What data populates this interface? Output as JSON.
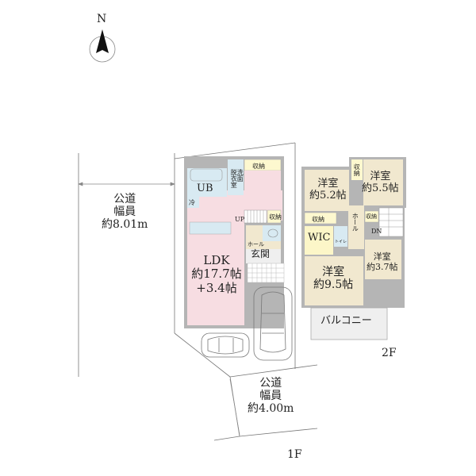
{
  "compass": {
    "label": "N"
  },
  "roads": [
    {
      "id": "west",
      "line1": "公道",
      "line2": "幅員",
      "line3": "約8.01m"
    },
    {
      "id": "south",
      "line1": "公道",
      "line2": "幅員",
      "line3": "約4.00m"
    }
  ],
  "floor1": {
    "label": "1F",
    "rooms": {
      "ldk": {
        "name": "LDK",
        "size": "約17.7帖",
        "extra": "+3.4帖"
      },
      "ub": {
        "name": "UB"
      },
      "senmen": {
        "name": "洗面"
      },
      "datsuishitsu": {
        "name": "脱衣室"
      },
      "storage_top": {
        "name": "収納"
      },
      "storage_stair": {
        "name": "収納"
      },
      "fridge": {
        "name": "冷"
      },
      "stairs_up": {
        "name": "UP"
      },
      "hall": {
        "name": "ホール"
      },
      "genkan": {
        "name": "玄関"
      }
    }
  },
  "floor2": {
    "label": "2F",
    "rooms": {
      "room1": {
        "name": "洋室",
        "size": "約5.2帖"
      },
      "room2": {
        "name": "洋室",
        "size": "約5.5帖"
      },
      "room3": {
        "name": "洋室",
        "size": "約9.5帖"
      },
      "room4": {
        "name": "洋室",
        "size": "約3.7帖"
      },
      "wic": {
        "name": "WIC"
      },
      "toilet": {
        "name": "トイレ"
      },
      "hall": {
        "name": "ホール"
      },
      "storage_a": {
        "name": "収納"
      },
      "storage_b": {
        "name": "収納"
      },
      "storage_c": {
        "name": "収納"
      },
      "stairs_dn": {
        "name": "DN"
      },
      "balcony": {
        "name": "バルコニー"
      }
    }
  },
  "colors": {
    "wall": "#9a9a9a",
    "ldk": "#f7dde2",
    "wet": "#d8eaf2",
    "storage": "#fdf8cf",
    "room": "#f1e8cf",
    "wic": "#fcf6c8",
    "balcony": "#efefef",
    "hall": "#f1e8cf"
  }
}
